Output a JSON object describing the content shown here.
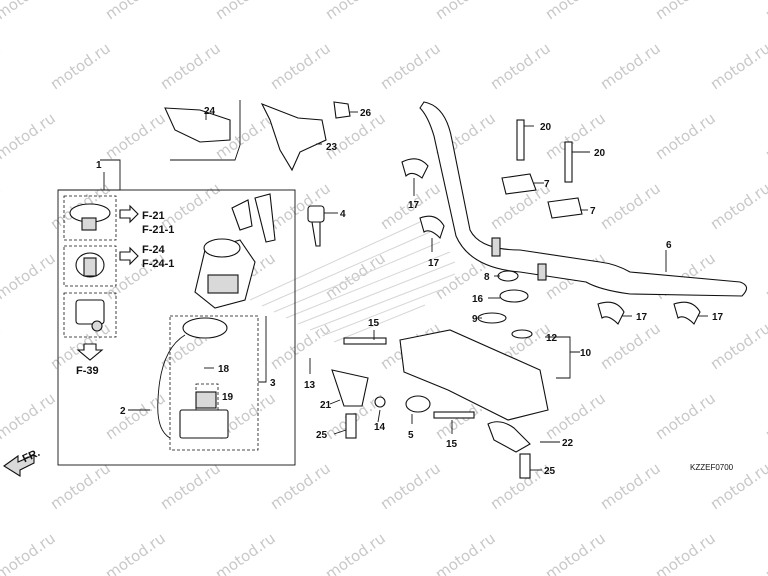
{
  "watermark": "motod.ru",
  "diagram_code": "KZZEF0700",
  "front_indicator": "FR.",
  "callouts": {
    "c1": "1",
    "c2": "2",
    "c3": "3",
    "c4": "4",
    "c5": "5",
    "c6": "6",
    "c7a": "7",
    "c7b": "7",
    "c8": "8",
    "c9": "9",
    "c10": "10",
    "c12": "12",
    "c13": "13",
    "c14": "14",
    "c15a": "15",
    "c15b": "15",
    "c16": "16",
    "c17a": "17",
    "c17b": "17",
    "c17c": "17",
    "c17d": "17",
    "c18": "18",
    "c19": "19",
    "c20a": "20",
    "c20b": "20",
    "c21": "21",
    "c22": "22",
    "c23": "23",
    "c24": "24",
    "c25a": "25",
    "c25b": "25",
    "c26": "26"
  },
  "references": {
    "ref1a": "F-21",
    "ref1b": "F-21-1",
    "ref2a": "F-24",
    "ref2b": "F-24-1",
    "ref3": "F-39"
  }
}
